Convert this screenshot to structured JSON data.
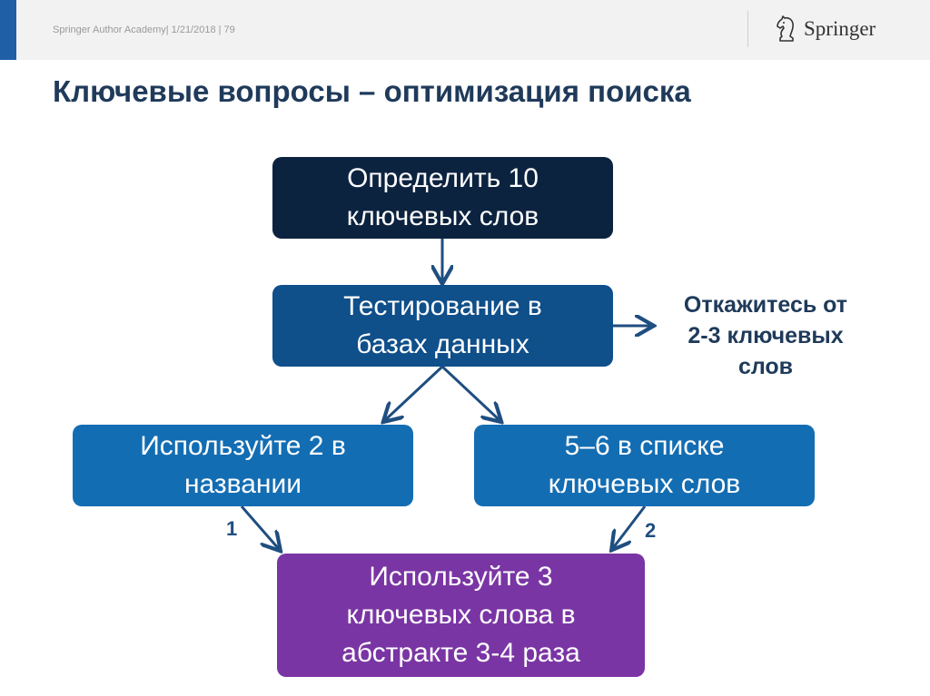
{
  "header": {
    "text": "Springer Author Academy| 1/21/2018 | 79",
    "logo_text": "Springer",
    "logo_icon": "springer-knight-icon"
  },
  "title": "Ключевые вопросы – оптимизация поиска",
  "flow": {
    "define": [
      "Определить 10",
      "ключевых слов"
    ],
    "test": [
      "Тестирование в",
      "базах данных"
    ],
    "drop_note": [
      "Откажитесь от",
      "2-3 ключевых",
      "слов"
    ],
    "use_title": [
      "Используйте 2 в",
      "названии"
    ],
    "keyword_list": [
      "5–6 в списке",
      "ключевых слов"
    ],
    "abstract": [
      "Используйте 3",
      "ключевых слова в",
      "абстракте 3-4 раза"
    ],
    "label_1": "1",
    "label_2": "2"
  },
  "colors": {
    "title": "#1f3a5a",
    "box_dark": "#0c2340",
    "box_mid": "#0f4f8a",
    "box_light": "#136db3",
    "box_purple": "#7a35a4",
    "arrow": "#1f4e80"
  }
}
